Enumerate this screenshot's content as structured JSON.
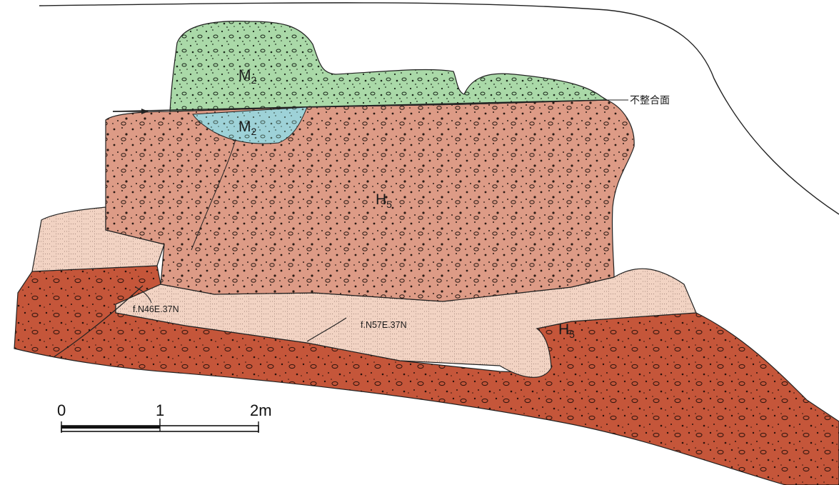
{
  "units": {
    "m2_upper": {
      "main": "M",
      "sub": "2"
    },
    "m2_lower": {
      "main": "M",
      "sub": "2"
    },
    "h5_center": {
      "main": "H",
      "sub": "5"
    },
    "h5_right": {
      "main": "H",
      "sub": "5"
    }
  },
  "faults": {
    "f1": "f.N46E.37N",
    "f2": "f.N57E.37N"
  },
  "unconformity_label": "不整合面",
  "scale": {
    "tick0": "0",
    "tick1": "1",
    "tick2": "2m"
  },
  "colors": {
    "green_gravel": "#aad9a8",
    "blue_lens": "#9ed2d8",
    "salmon_gravel": "#dd9b86",
    "light_sand": "#f2d3c3",
    "red_brown_gravel": "#c5563a"
  }
}
